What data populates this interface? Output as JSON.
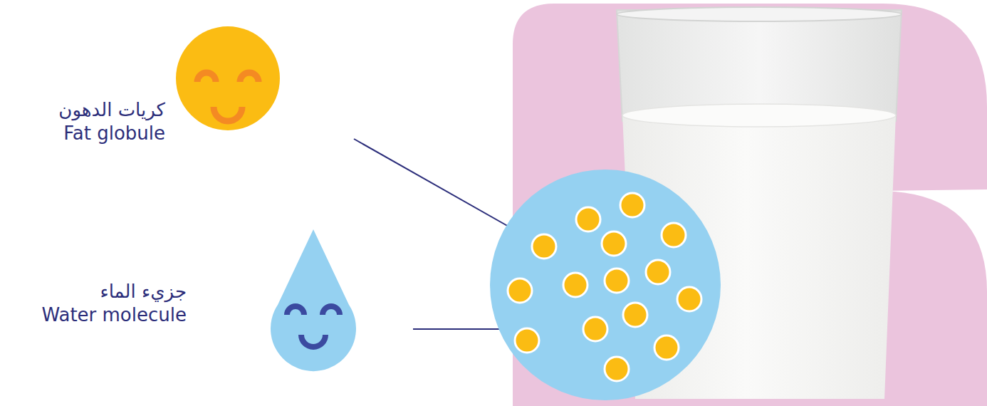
{
  "diagram": {
    "nodes": [
      {
        "text": [
          "كريات الدهون",
          "Fat globule"
        ]
      },
      {
        "text": [
          "جزيء الماء",
          "Water molecule"
        ]
      }
    ]
  }
}
